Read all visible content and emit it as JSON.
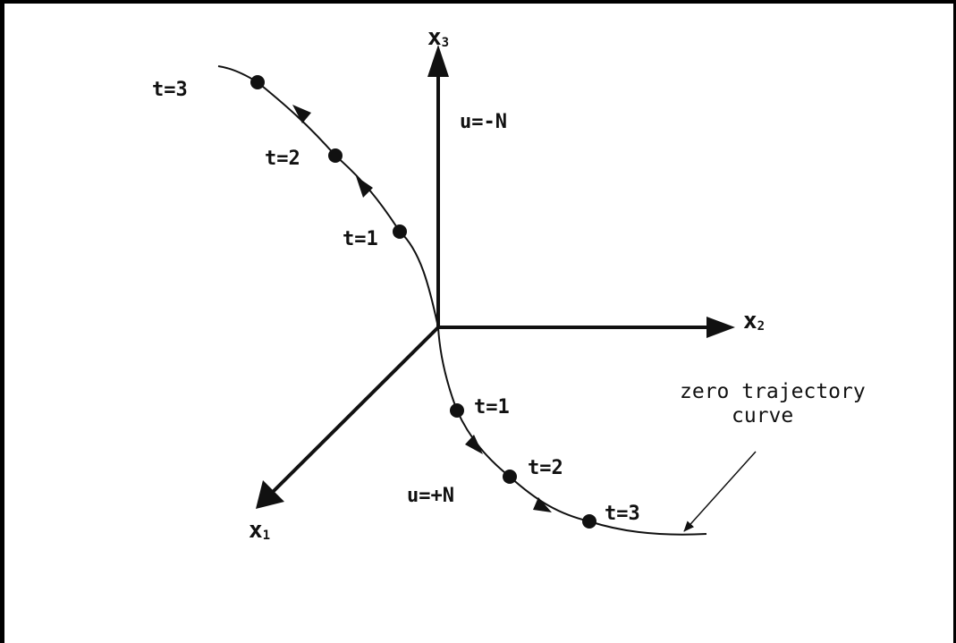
{
  "axes": {
    "x1": {
      "letter": "x",
      "sub": "1"
    },
    "x2": {
      "letter": "x",
      "sub": "2"
    },
    "x3": {
      "letter": "x",
      "sub": "3"
    }
  },
  "controls": {
    "upper": "u=-N",
    "lower": "u=+N"
  },
  "upper_branch_times": [
    "t=1",
    "t=2",
    "t=3"
  ],
  "lower_branch_times": [
    "t=1",
    "t=2",
    "t=3"
  ],
  "annotation": {
    "line1": "zero trajectory",
    "line2": "curve"
  },
  "colors": {
    "ink": "#111111",
    "background": "#ffffff"
  }
}
